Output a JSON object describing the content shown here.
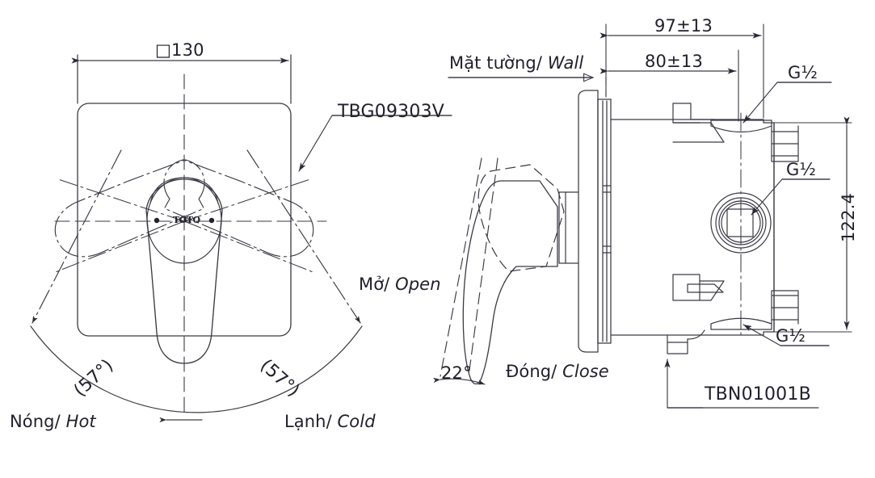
{
  "drawing": {
    "title": "TOTO TBG09303V shower mixer valve installation drawing",
    "brand_mark": "TOTO",
    "line_color": "#3a3a46",
    "text_color": "#20202e"
  },
  "front_view": {
    "plate_width_dim": "□130",
    "part_callout": "TBG09303V",
    "brand": "TOTO",
    "angle_left": "(57°)",
    "angle_right": "(57°)",
    "label_hot": "Nóng/ ",
    "label_hot_it": "Hot",
    "label_cold": "Lạnh/ ",
    "label_cold_it": "Cold"
  },
  "side_view": {
    "wall_label": "Mặt tường/ ",
    "wall_label_it": "Wall",
    "dim_overall": "97±13",
    "dim_inner": "80±13",
    "dim_height": "122.4",
    "thread_top": "G½",
    "thread_mid": "G½",
    "thread_bottom": "G½",
    "part_callout": "TBN01001B",
    "label_open": "Mở/ ",
    "label_open_it": "Open",
    "label_close": "Đóng/ ",
    "label_close_it": "Close",
    "angle_lever": "22°"
  }
}
